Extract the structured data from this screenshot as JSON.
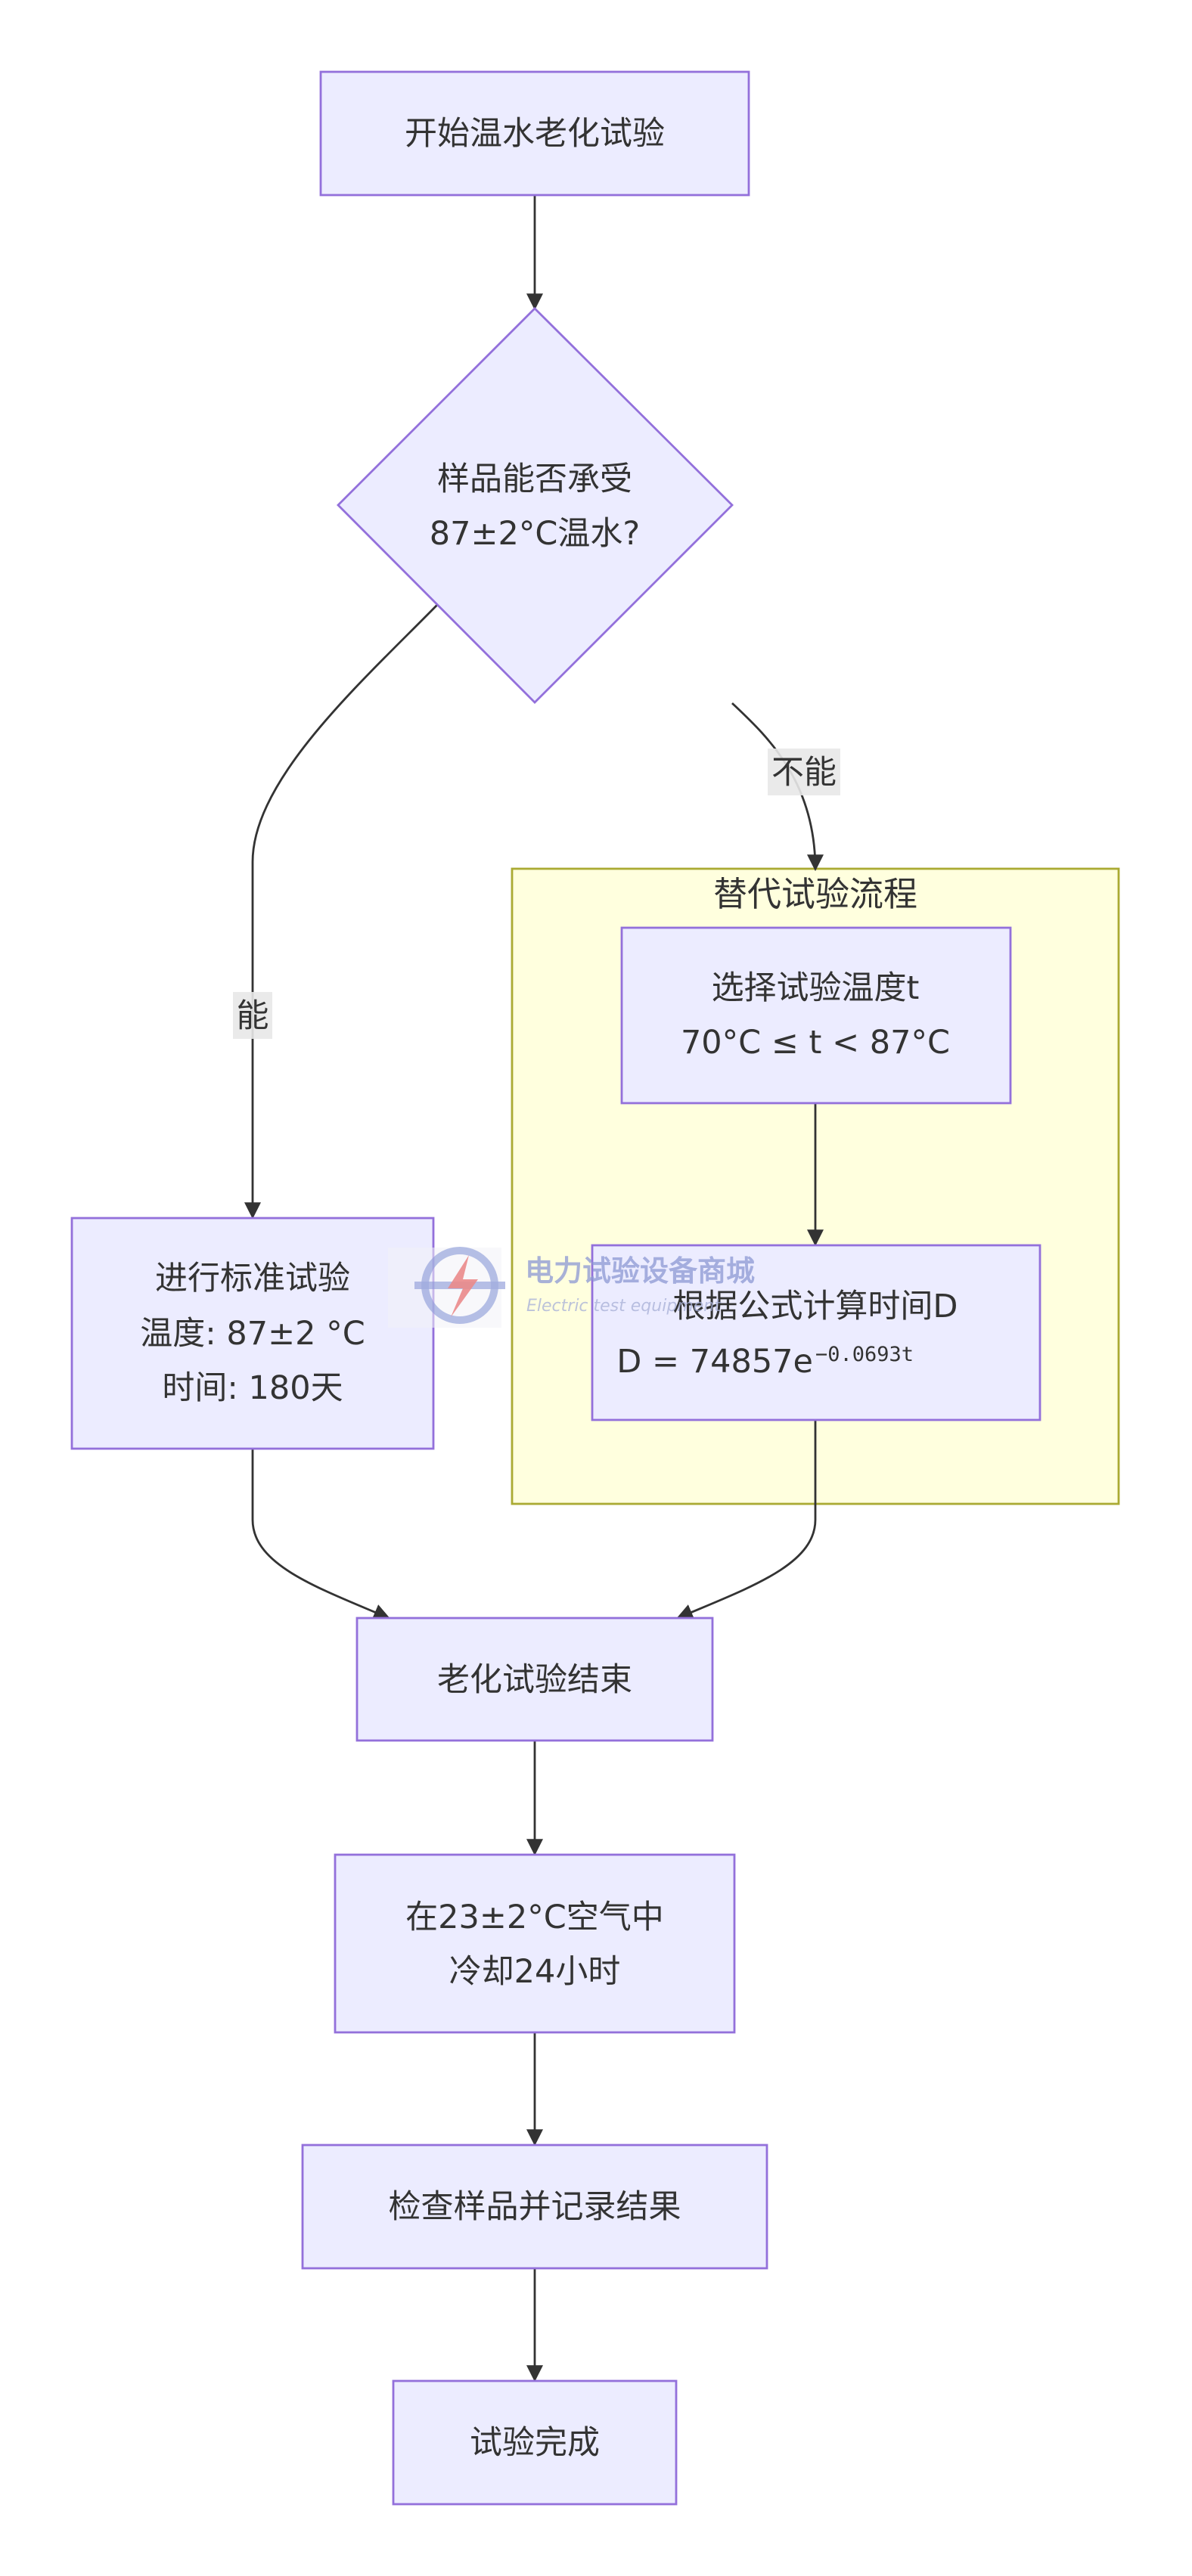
{
  "cluster": {
    "title": "替代试验流程"
  },
  "nodes": {
    "start": {
      "text": "开始温水老化试验"
    },
    "decision": {
      "line1": "样品能否承受",
      "line2": "87±2°C温水?"
    },
    "standard": {
      "line1": "进行标准试验",
      "line2": "温度: 87±2 °C",
      "line3": "时间: 180天"
    },
    "select_temp": {
      "line1": "选择试验温度t",
      "line2": "70°C ≤ t < 87°C"
    },
    "calc_time": {
      "line1": "根据公式计算时间D",
      "line2_base": "D = 74857e",
      "line2_exp": "−0.0693t"
    },
    "end_aging": {
      "text": "老化试验结束"
    },
    "cool": {
      "line1": "在23±2°C空气中",
      "line2": "冷却24小时"
    },
    "inspect": {
      "text": "检查样品并记录结果"
    },
    "done": {
      "text": "试验完成"
    }
  },
  "edges": {
    "yes_label": "能",
    "no_label": "不能"
  },
  "watermark": {
    "title": "电力试验设备商城",
    "subtitle": "Electric test equipment"
  },
  "colors": {
    "node_fill": "#ECECFF",
    "node_stroke": "#9370DB",
    "cluster_fill": "#ffffde",
    "cluster_stroke": "#aaaa33",
    "edge": "#333333"
  }
}
